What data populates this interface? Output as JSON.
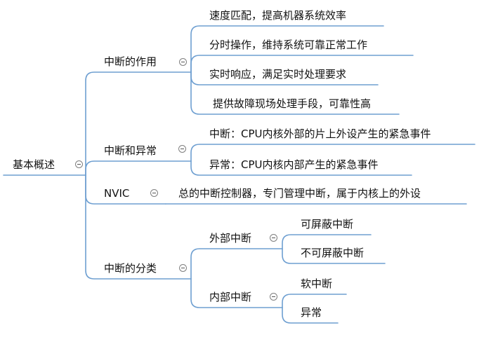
{
  "mindmap": {
    "root": {
      "label": "基本概述"
    },
    "branches": [
      {
        "label": "中断的作用",
        "children": [
          {
            "label": "速度匹配，提高机器系统效率"
          },
          {
            "label": "分时操作，维持系统可靠正常工作"
          },
          {
            "label": "实时响应，满足实时处理要求"
          },
          {
            "label": "提供故障现场处理手段，可靠性高"
          }
        ]
      },
      {
        "label": "中断和异常",
        "children": [
          {
            "label": "中断：CPU内核外部的片上外设产生的紧急事件"
          },
          {
            "label": "异常：CPU内核内部产生的紧急事件"
          }
        ]
      },
      {
        "label": "NVIC",
        "children": [
          {
            "label": "总的中断控制器，专门管理中断，属于内核上的外设"
          }
        ]
      },
      {
        "label": "中断的分类",
        "children": [
          {
            "label": "外部中断",
            "children": [
              {
                "label": "可屏蔽中断"
              },
              {
                "label": "不可屏蔽中断"
              }
            ]
          },
          {
            "label": "内部中断",
            "children": [
              {
                "label": "软中断"
              },
              {
                "label": "异常"
              }
            ]
          }
        ]
      }
    ]
  },
  "colors": {
    "connector": "#6e9fd1",
    "text": "#111111",
    "toggle_border": "#7f7f7f"
  },
  "icons": {
    "collapse": "collapse-circle-icon"
  }
}
